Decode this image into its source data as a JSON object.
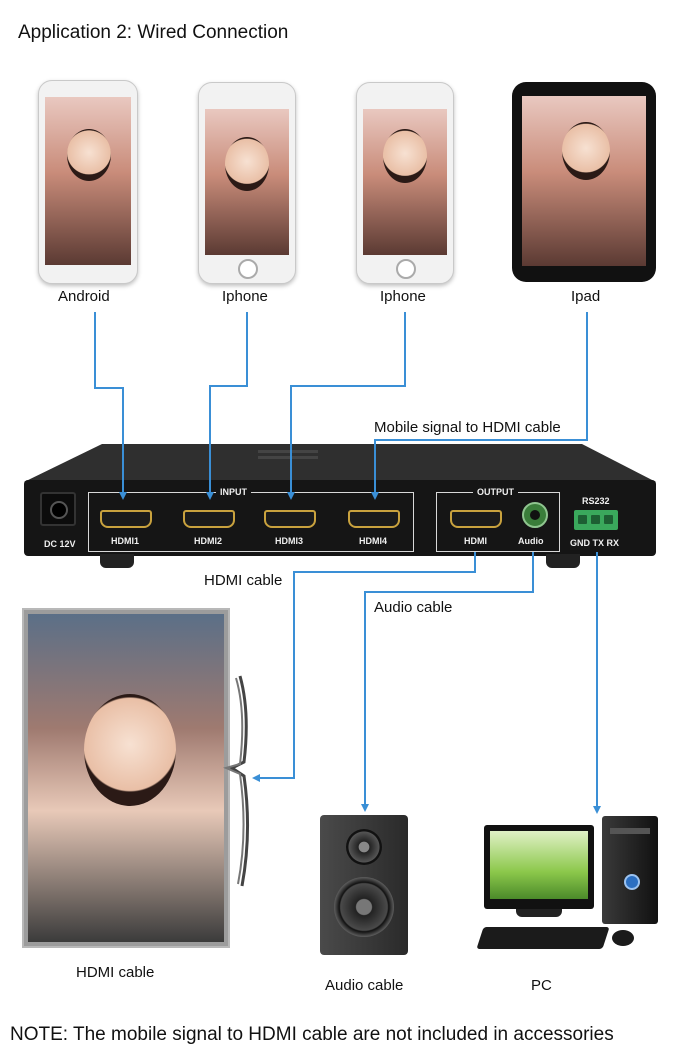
{
  "title": "Application 2: Wired Connection",
  "sources": [
    {
      "label": "Android"
    },
    {
      "label": "Iphone"
    },
    {
      "label": "Iphone"
    },
    {
      "label": "Ipad"
    }
  ],
  "cable_labels": {
    "mobile_to_hdmi": "Mobile signal to HDMI cable",
    "hdmi": "HDMI cable",
    "audio": "Audio cable"
  },
  "device": {
    "dc_label": "DC 12V",
    "input_label": "INPUT",
    "inputs": [
      "HDMI1",
      "HDMI2",
      "HDMI3",
      "HDMI4"
    ],
    "output_label": "OUTPUT",
    "outputs": [
      "HDMI",
      "Audio"
    ],
    "rs232_label": "RS232",
    "rs232_pins": "GND TX RX"
  },
  "destinations": [
    {
      "label": "HDMI cable"
    },
    {
      "label": "Audio cable"
    },
    {
      "label": "PC"
    }
  ],
  "note": "NOTE: The mobile signal to HDMI cable are not included in accessories",
  "colors": {
    "cable": "#3a8fd6",
    "device_body": "#1a1a1a",
    "hdmi_gold": "#c9a23e",
    "terminal_green": "#3aa85c"
  }
}
